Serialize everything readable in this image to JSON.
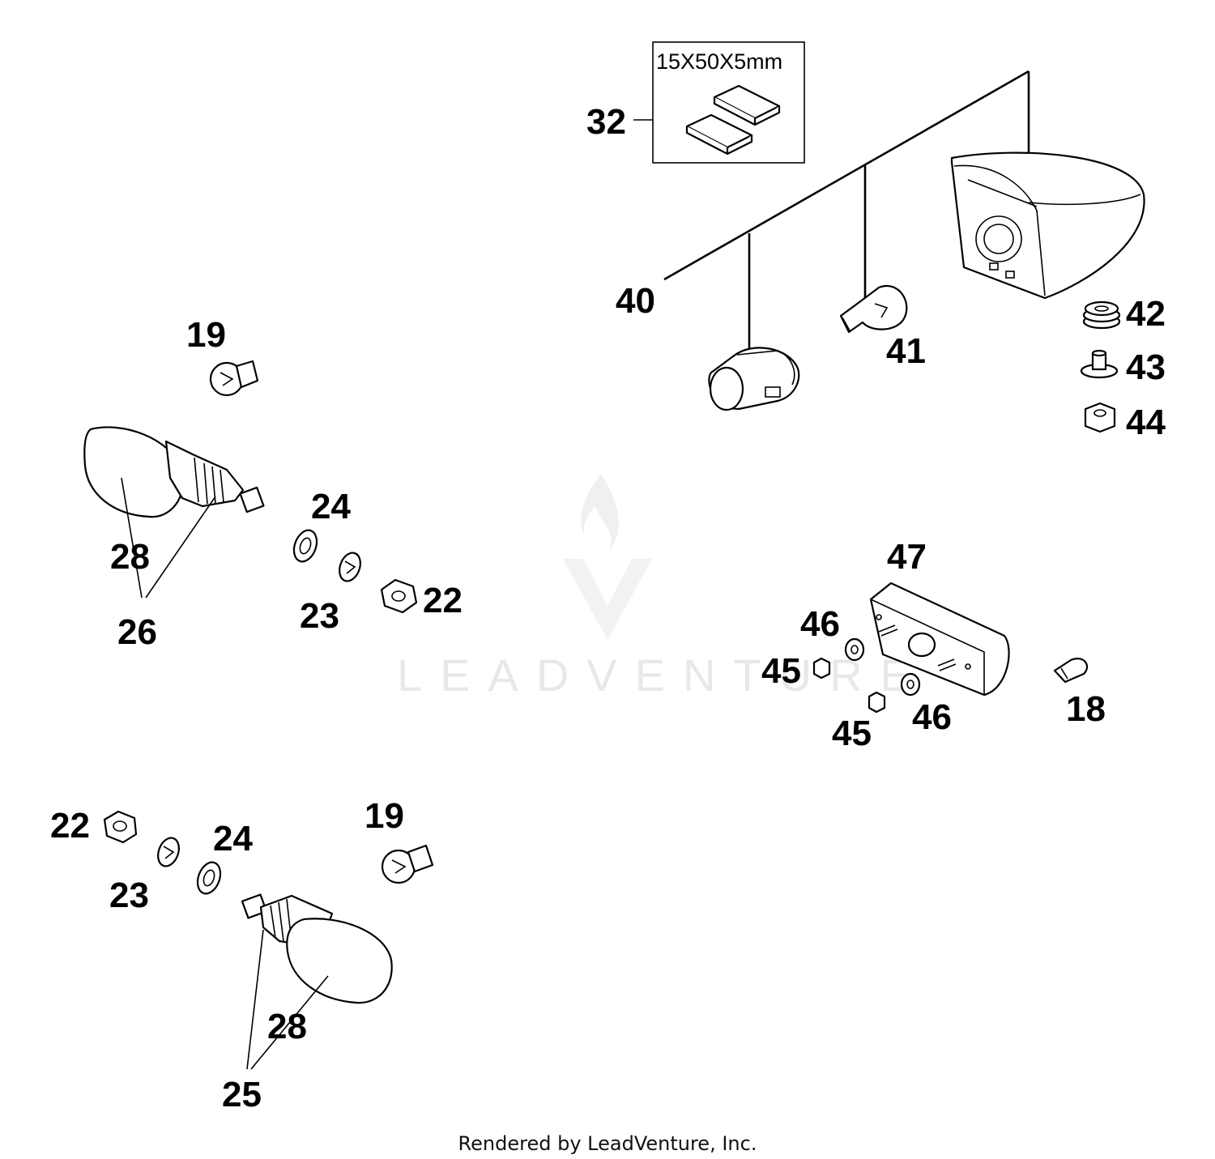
{
  "footer": "Rendered by LeadVenture, Inc.",
  "watermark": "LEADVENTURE",
  "box_note": "15X50X5mm",
  "callouts": {
    "c32": "32",
    "c40": "40",
    "c41": "41",
    "c42": "42",
    "c43": "43",
    "c44": "44",
    "c19a": "19",
    "c24a": "24",
    "c28a": "28",
    "c26": "26",
    "c23a": "23",
    "c22a": "22",
    "c47": "47",
    "c46a": "46",
    "c45a": "45",
    "c46b": "46",
    "c45b": "45",
    "c18": "18",
    "c22b": "22",
    "c23b": "23",
    "c24b": "24",
    "c19b": "19",
    "c28b": "28",
    "c25": "25"
  }
}
